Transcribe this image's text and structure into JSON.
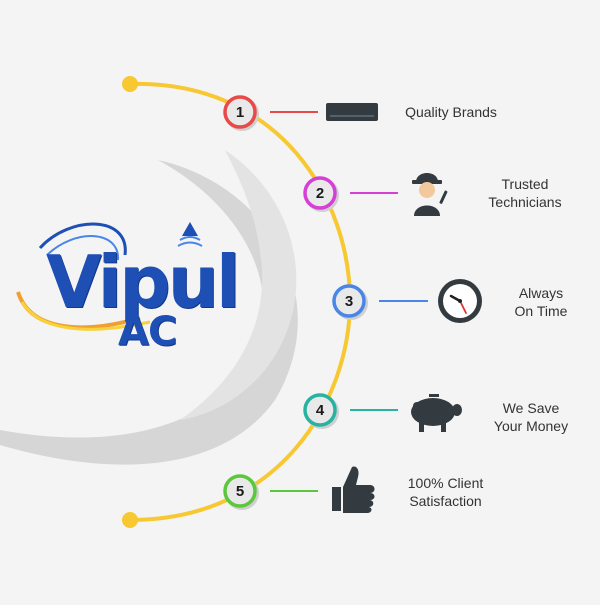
{
  "logo": {
    "name": "Vipul",
    "sub": "AC"
  },
  "steps": [
    {
      "number": "1",
      "line1": "Quality Brands",
      "line2": "",
      "icon": "ac-unit-icon",
      "ring_color": "#e84a4a"
    },
    {
      "number": "2",
      "line1": "Trusted",
      "line2": "Technicians",
      "icon": "technician-icon",
      "ring_color": "#d63fd6"
    },
    {
      "number": "3",
      "line1": "Always",
      "line2": "On Time",
      "icon": "clock-icon",
      "ring_color": "#4a86e8"
    },
    {
      "number": "4",
      "line1": "We Save",
      "line2": "Your Money",
      "icon": "piggy-bank-icon",
      "ring_color": "#27b3a1"
    },
    {
      "number": "5",
      "line1": "100% Client",
      "line2": "Satisfaction",
      "icon": "thumbs-up-icon",
      "ring_color": "#5ac73c"
    }
  ],
  "colors": {
    "arc": "#f7c832",
    "background": "#f4f4f4",
    "logo_blue": "#1d4fb5",
    "swoosh_grey": "#d6d6d6",
    "icon_dark": "#333b40"
  }
}
